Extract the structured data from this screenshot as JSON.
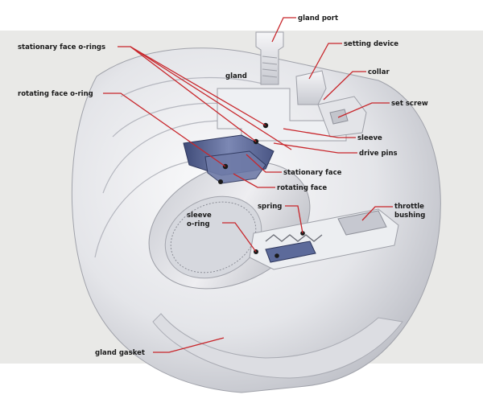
{
  "labels": {
    "gland_port": "gland port",
    "setting_device": "setting device",
    "gland": "gland",
    "collar": "collar",
    "set_screw": "set screw",
    "stationary_face_orings": "stationary face o-rings",
    "rotating_face_oring": "rotating face o-ring",
    "sleeve": "sleeve",
    "drive_pins": "drive pins",
    "stationary_face": "stationary face",
    "rotating_face": "rotating face",
    "spring": "spring",
    "throttle_bushing_line1": "throttle",
    "throttle_bushing_line2": "bushing",
    "sleeve_oring_line1": "sleeve",
    "sleeve_oring_line2": "o-ring",
    "gland_gasket": "gland gasket"
  },
  "colors": {
    "backdrop": "#e9e9e7",
    "metal_light": "#f4f4f6",
    "metal_mid": "#d8d9de",
    "metal_dark": "#a9abb3",
    "face_blue": "#5c6a9a",
    "leader_red": "#c8262b",
    "oring_black": "#1a1a1a"
  }
}
